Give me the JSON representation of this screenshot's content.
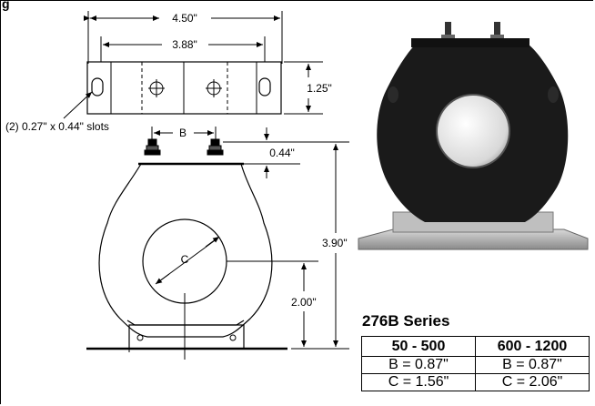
{
  "top_view": {
    "overall_width": "4.50\"",
    "hole_spacing": "3.88\"",
    "height": "1.25\"",
    "slots_note": "(2) 0.27\" x 0.44\" slots"
  },
  "front_view": {
    "terminal_spacing_label": "B",
    "terminal_height": "0.44\"",
    "overall_height": "3.90\"",
    "center_height": "2.00\"",
    "window_label": "C"
  },
  "series": {
    "title": "276B Series",
    "columns": [
      "50 - 500",
      "600 - 1200"
    ],
    "rows": [
      [
        "B = 0.87\"",
        "B = 0.87\""
      ],
      [
        "C = 1.56\"",
        "C = 2.06\""
      ]
    ]
  }
}
